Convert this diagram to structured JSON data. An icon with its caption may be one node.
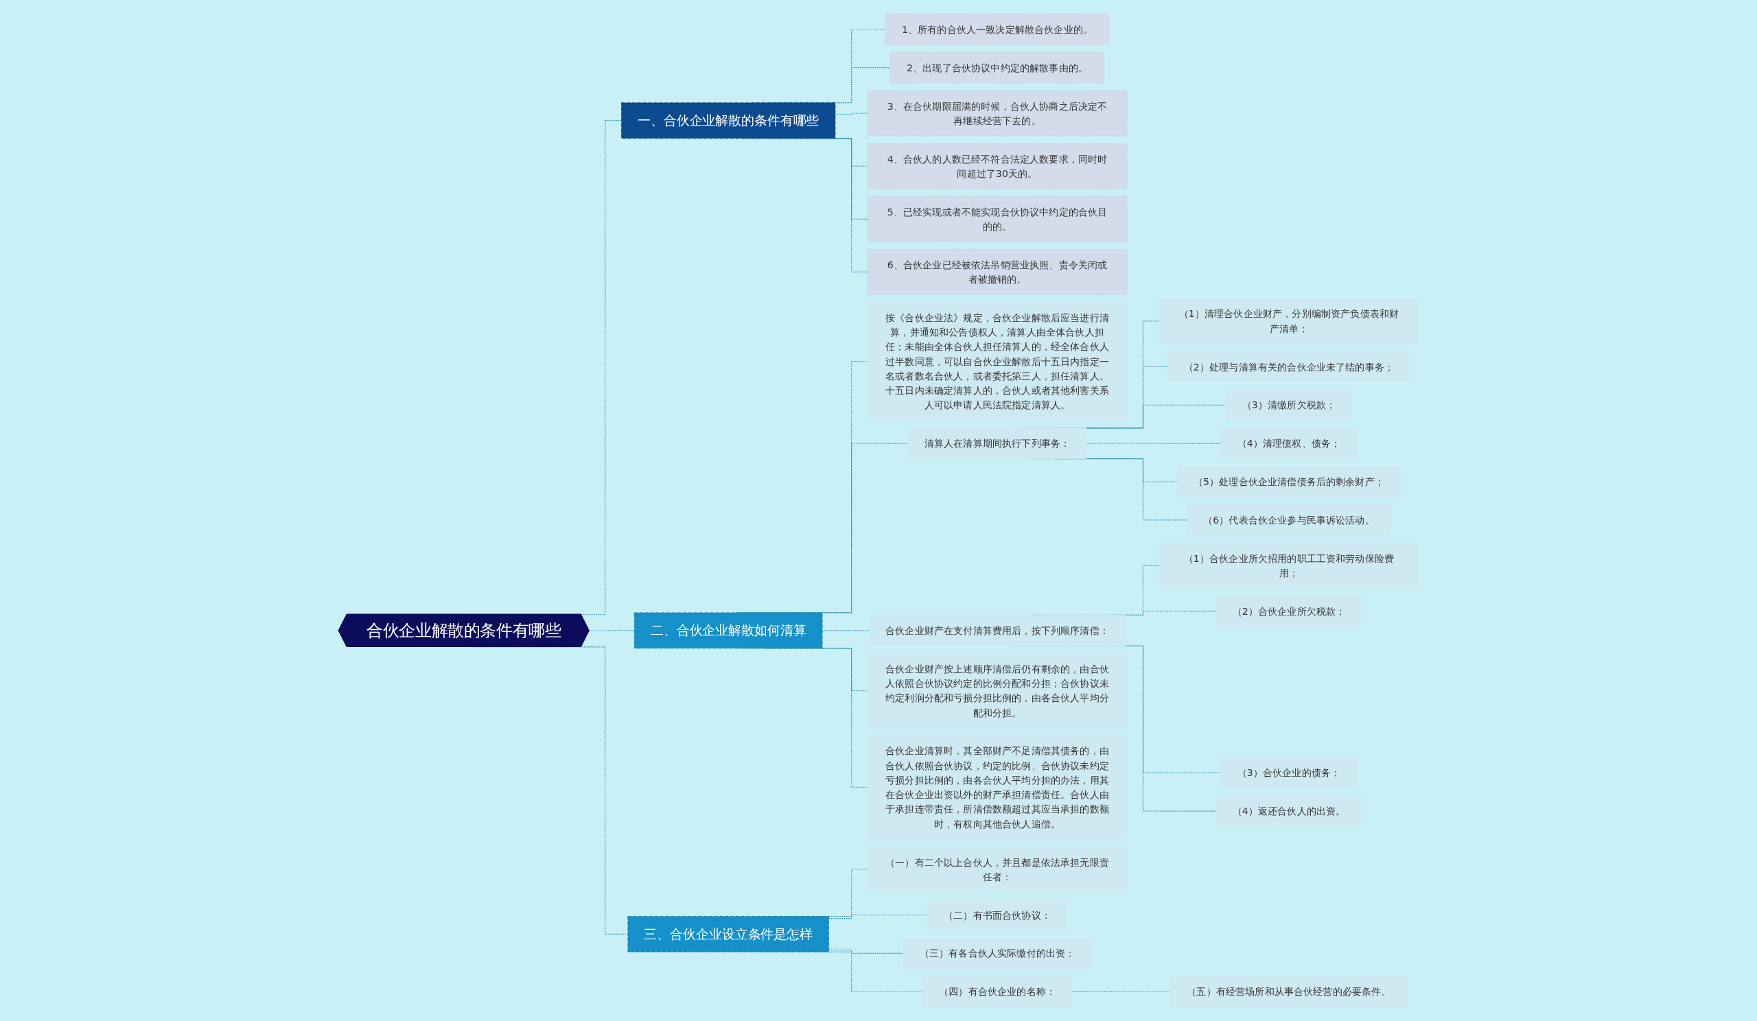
{
  "diagram": {
    "nodes": [
      {
        "text": [
          "合伙企业解散的条件有哪些"
        ]
      },
      {
        "text": [
          "一、合伙企业解散的条件有哪些"
        ]
      },
      {
        "text": [
          "1、所有的合伙人一致决定解散合伙企业的。"
        ]
      },
      {
        "text": [
          "2、出现了合伙协议中约定的解散事由的。"
        ]
      },
      {
        "text": [
          "3、在合伙期限届满的时候，合伙人协商之后决定不再继续经营下去的。"
        ]
      },
      {
        "text": [
          "4、合伙人的人数已经不符合法定人数要求，同时时间超过了30天的。"
        ]
      },
      {
        "text": [
          "5、已经实现或者不能实现合伙协议中约定的合伙目的的。"
        ]
      },
      {
        "text": [
          "6、合伙企业已经被依法吊销营业执照、责令关闭或者被撤销的。"
        ]
      },
      {
        "text": [
          "二、合伙企业解散如何清算"
        ]
      },
      {
        "text": [
          "按《合伙企业法》规定，合伙企业解散后应当进行清算，并通知和公告债权人，清算人由全体合伙人担任；未能由全体合伙人担任清算人的，经全体合伙人过半数同意，可以自合伙企业解散后十五日内指定一名或者数名合伙人，或者委托第三人，担任清算人。十五日内未确定清算人的，合伙人或者其他利害关系人可以申请人民法院指定清算人。"
        ]
      },
      {
        "text": [
          "清算人在清算期间执行下列事务："
        ]
      },
      {
        "text": [
          "（1）清理合伙企业财产，分别编制资产负债表和财产清单；"
        ]
      },
      {
        "text": [
          "（2）处理与清算有关的合伙企业未了结的事务；"
        ]
      },
      {
        "text": [
          "（3）清缴所欠税款；"
        ]
      },
      {
        "text": [
          "（4）清理债权、债务；"
        ]
      },
      {
        "text": [
          "（5）处理合伙企业清偿债务后的剩余财产；"
        ]
      },
      {
        "text": [
          "（6）代表合伙企业参与民事诉讼活动。"
        ]
      },
      {
        "text": [
          "合伙企业财产在支付清算费用后，按下列顺序清偿："
        ]
      },
      {
        "text": [
          "（1）合伙企业所欠招用的职工工资和劳动保险费用；"
        ]
      },
      {
        "text": [
          "（2）合伙企业所欠税款；"
        ]
      },
      {
        "text": [
          "（3）合伙企业的债务；"
        ]
      },
      {
        "text": [
          "（4）返还合伙人的出资。"
        ]
      },
      {
        "text": [
          "合伙企业财产按上述顺序清偿后仍有剩余的，由合伙人依照合伙协议约定的比例分配和分担；合伙协议未约定利润分配和亏损分担比例的，由各合伙人平均分配和分担。"
        ]
      },
      {
        "text": [
          "合伙企业清算时，其全部财产不足清偿其债务的，由合伙人依照合伙协议，约定的比例、合伙协议未约定亏损分担比例的，由各合伙人平均分担的办法，用其在合伙企业出资以外的财产承担清偿责任。合伙人由于承担连带责任，所清偿数额超过其应当承担的数额时，有权向其他合伙人追偿。"
        ]
      },
      {
        "text": [
          "三、合伙企业设立条件是怎样"
        ]
      },
      {
        "text": [
          "（一）有二个以上合伙人，并且都是依法承担无限责任者："
        ]
      },
      {
        "text": [
          "（二）有书面合伙协议："
        ]
      },
      {
        "text": [
          "（三）有各合伙人实际缴付的出资："
        ]
      },
      {
        "text": [
          "（四）有合伙企业的名称："
        ]
      },
      {
        "text": [
          "（五）有经营场所和从事合伙经营的必要条件。"
        ]
      }
    ],
    "edges": [
      {
        "from": 0,
        "to": 1,
        "arrow": "none",
        "style": "dashed"
      },
      {
        "from": 1,
        "to": 2,
        "arrow": "none",
        "style": "dashed"
      },
      {
        "from": 1,
        "to": 3,
        "arrow": "none",
        "style": "dashed"
      },
      {
        "from": 1,
        "to": 4,
        "arrow": "none",
        "style": "dashed"
      },
      {
        "from": 1,
        "to": 5,
        "arrow": "none",
        "style": "dashed"
      },
      {
        "from": 1,
        "to": 6,
        "arrow": "none",
        "style": "dashed"
      },
      {
        "from": 1,
        "to": 7,
        "arrow": "none",
        "style": "dashed"
      },
      {
        "from": 0,
        "to": 8,
        "arrow": "none",
        "style": "dashed"
      },
      {
        "from": 8,
        "to": 9,
        "arrow": "none",
        "style": "dashed"
      },
      {
        "from": 8,
        "to": 10,
        "arrow": "none",
        "style": "dashed"
      },
      {
        "from": 10,
        "to": 11,
        "arrow": "none",
        "style": "dashed"
      },
      {
        "from": 10,
        "to": 12,
        "arrow": "none",
        "style": "dashed"
      },
      {
        "from": 10,
        "to": 13,
        "arrow": "none",
        "style": "dashed"
      },
      {
        "from": 10,
        "to": 14,
        "arrow": "none",
        "style": "dashed"
      },
      {
        "from": 10,
        "to": 15,
        "arrow": "none",
        "style": "dashed"
      },
      {
        "from": 10,
        "to": 16,
        "arrow": "none",
        "style": "dashed"
      },
      {
        "from": 8,
        "to": 17,
        "arrow": "none",
        "style": "dashed"
      },
      {
        "from": 17,
        "to": 18,
        "arrow": "none",
        "style": "dashed"
      },
      {
        "from": 17,
        "to": 19,
        "arrow": "none",
        "style": "dashed"
      },
      {
        "from": 17,
        "to": 20,
        "arrow": "none",
        "style": "dashed"
      },
      {
        "from": 17,
        "to": 21,
        "arrow": "none",
        "style": "dashed"
      },
      {
        "from": 8,
        "to": 22,
        "arrow": "none",
        "style": "dashed"
      },
      {
        "from": 8,
        "to": 23,
        "arrow": "none",
        "style": "dashed"
      },
      {
        "from": 0,
        "to": 24,
        "arrow": "none",
        "style": "dashed"
      },
      {
        "from": 24,
        "to": 25,
        "arrow": "none",
        "style": "dashed"
      },
      {
        "from": 24,
        "to": 26,
        "arrow": "none",
        "style": "dashed"
      },
      {
        "from": 24,
        "to": 27,
        "arrow": "none",
        "style": "dashed"
      },
      {
        "from": 24,
        "to": 28,
        "arrow": "none",
        "style": "dashed"
      },
      {
        "from": 28,
        "to": 29,
        "arrow": "none",
        "style": "dashed"
      }
    ]
  }
}
